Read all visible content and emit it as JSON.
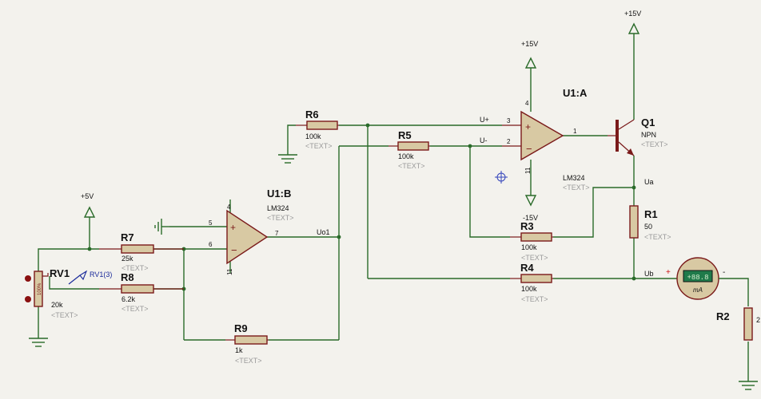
{
  "resistors": {
    "R6": {
      "ref": "R6",
      "value": "100k",
      "text": "<TEXT>"
    },
    "R5": {
      "ref": "R5",
      "value": "100k",
      "text": "<TEXT>"
    },
    "R7": {
      "ref": "R7",
      "value": "25k",
      "text": "<TEXT>"
    },
    "R8": {
      "ref": "R8",
      "value": "6.2k",
      "text": "<TEXT>"
    },
    "R9": {
      "ref": "R9",
      "value": "1k",
      "text": "<TEXT>"
    },
    "R3": {
      "ref": "R3",
      "value": "100k",
      "text": "<TEXT>"
    },
    "R4": {
      "ref": "R4",
      "value": "100k",
      "text": "<TEXT>"
    },
    "R1": {
      "ref": "R1",
      "value": "50",
      "text": "<TEXT>"
    },
    "R2": {
      "ref": "R2",
      "value": "2"
    }
  },
  "pot": {
    "ref": "RV1",
    "value": "20k",
    "text": "<TEXT>",
    "probe": "RV1(3)",
    "body": "100%"
  },
  "opamps": {
    "U1A": {
      "ref": "U1:A",
      "value": "LM324",
      "text": "<TEXT>",
      "pins": {
        "plus": "3",
        "minus": "2",
        "out": "1",
        "vp": "4",
        "vn": "11"
      }
    },
    "U1B": {
      "ref": "U1:B",
      "value": "LM324",
      "text": "<TEXT>",
      "pins": {
        "plus": "5",
        "minus": "6",
        "out": "7",
        "vp": "4",
        "vn": "11"
      }
    }
  },
  "transistor": {
    "ref": "Q1",
    "type": "NPN",
    "text": "<TEXT>"
  },
  "meter": {
    "display": "+88.8",
    "unit": "mA",
    "plus": "+",
    "minus": "-"
  },
  "power": {
    "p15_top": "+15V",
    "p15_opamp": "+15V",
    "m15": "-15V",
    "p5": "+5V"
  },
  "nets": {
    "uplus": "U+",
    "uminus": "U-",
    "uo1": "Uo1",
    "ua": "Ua",
    "ub": "Ub"
  },
  "colors": {
    "wire": "#2a6b2a",
    "component": "#7a1a1a",
    "body": "#d8c9a3",
    "background": "#f3f2ed",
    "probe": "#1a2a9a",
    "meter": "#1f7a4a"
  }
}
